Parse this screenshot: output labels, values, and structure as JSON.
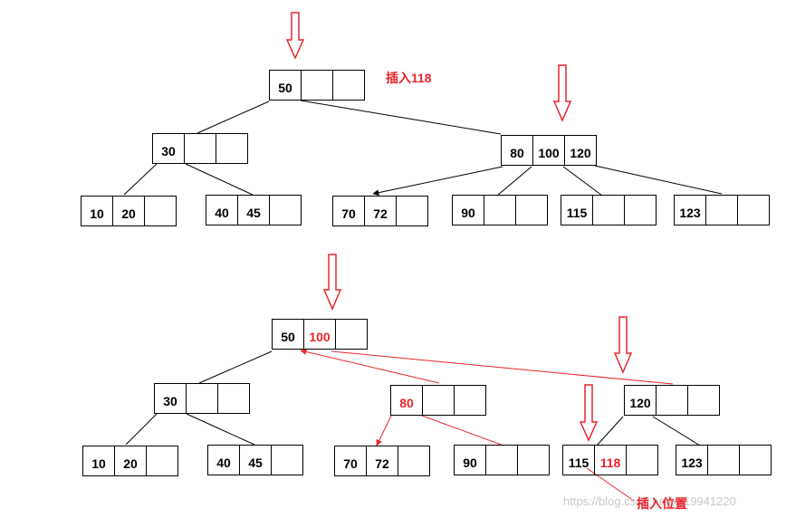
{
  "top_tree": {
    "title": "插入118",
    "root": [
      "50",
      "",
      ""
    ],
    "level1_left": [
      "30",
      "",
      ""
    ],
    "level1_right": [
      "80",
      "100",
      "120"
    ],
    "leaf_1": [
      "10",
      "20",
      ""
    ],
    "leaf_2": [
      "40",
      "45",
      ""
    ],
    "leaf_3": [
      "70",
      "72",
      ""
    ],
    "leaf_4": [
      "90",
      "",
      ""
    ],
    "leaf_5": [
      "115",
      "",
      ""
    ],
    "leaf_6": [
      "123",
      "",
      ""
    ]
  },
  "bottom_tree": {
    "root": [
      "50",
      "100",
      ""
    ],
    "level1_a": [
      "30",
      "",
      ""
    ],
    "level1_b": [
      "80",
      "",
      ""
    ],
    "level1_c": [
      "120",
      "",
      ""
    ],
    "leaf_1": [
      "10",
      "20",
      ""
    ],
    "leaf_2": [
      "40",
      "45",
      ""
    ],
    "leaf_3": [
      "70",
      "72",
      ""
    ],
    "leaf_4": [
      "90",
      "",
      ""
    ],
    "leaf_5": [
      "115",
      "118",
      ""
    ],
    "leaf_6": [
      "123",
      "",
      ""
    ],
    "insert_label": "插入位置"
  },
  "watermark": "https://blog.csdn.net/xx19941220",
  "colors": {
    "ink": "#000000",
    "highlight": "#e8262e",
    "watermark": "#c9c9c9"
  }
}
